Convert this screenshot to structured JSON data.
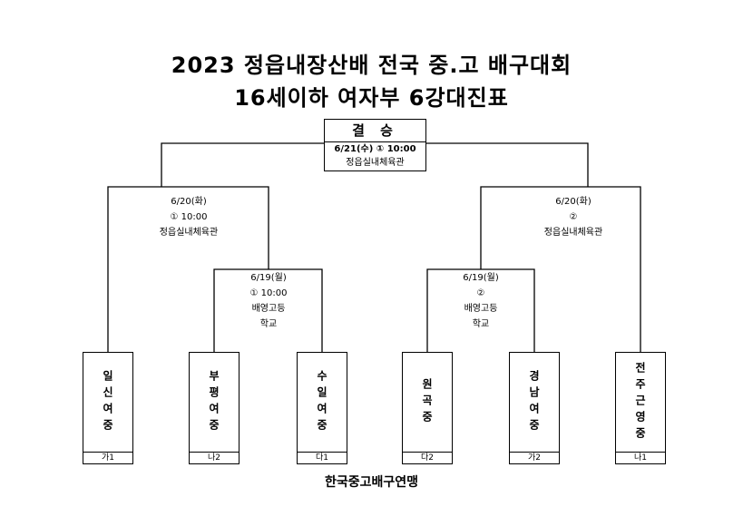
{
  "title_line1": "2023 정읍내장산배 전국 중.고 배구대회",
  "title_line2": "16세이하 여자부 6강대진표",
  "final": {
    "label": "결 승",
    "datetime": "6/21(수) ① 10:00",
    "venue": "정읍실내체육관"
  },
  "semifinals": [
    {
      "date": "6/20(화)",
      "time": "①  10:00",
      "venue": "정읍실내체육관"
    },
    {
      "date": "6/20(화)",
      "time": "②",
      "venue": "정읍실내체육관"
    }
  ],
  "quarterfinals": [
    {
      "date": "6/19(월)",
      "time": "①  10:00",
      "venue_line1": "배영고등",
      "venue_line2": "학교"
    },
    {
      "date": "6/19(월)",
      "time": "②",
      "venue_line1": "배영고등",
      "venue_line2": "학교"
    }
  ],
  "teams": [
    {
      "name": "일신여중",
      "seed": "가1"
    },
    {
      "name": "부평여중",
      "seed": "나2"
    },
    {
      "name": "수일여중",
      "seed": "다1"
    },
    {
      "name": "원곡중",
      "seed": "다2"
    },
    {
      "name": "경남여중",
      "seed": "가2"
    },
    {
      "name": "전주근영중",
      "seed": "나1"
    }
  ],
  "footer": "한국중고배구연맹"
}
